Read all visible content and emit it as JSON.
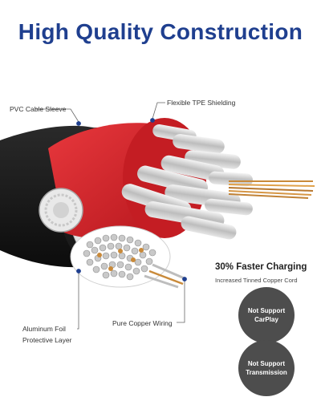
{
  "header": {
    "title": "High Quality Construction"
  },
  "callouts": {
    "pvc_sleeve": "PVC Cable Sleeve",
    "tpe_shielding": "Flexible TPE Shielding",
    "aluminum_foil_line1": "Aluminum Foil",
    "aluminum_foil_line2": "Protective Layer",
    "copper_wiring": "Pure Copper Wiring"
  },
  "feature": {
    "title": "30% Faster Charging",
    "subtitle": "Increased Tinned Copper Cord"
  },
  "badges": [
    {
      "line1": "Not Support",
      "line2": "CarPlay"
    },
    {
      "line1": "Not Support",
      "line2": "Transmission"
    }
  ],
  "colors": {
    "title_blue": "#1f3f8f",
    "sleeve_black": "#141414",
    "shield_red": "#d8232a",
    "foil_silver": "#d9d9d9",
    "copper": "#c98a3a",
    "badge_gray": "#4d4d4d"
  }
}
